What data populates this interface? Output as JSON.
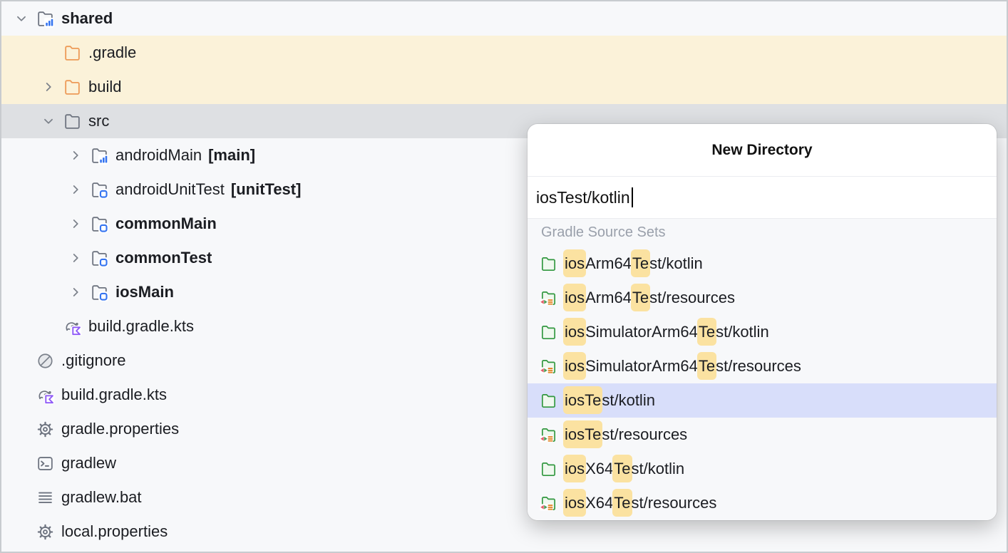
{
  "tree": {
    "rows": [
      {
        "label": "shared",
        "icon": "module-folder",
        "expanded": true,
        "bold": true
      },
      {
        "label": ".gradle",
        "icon": "folder-orange",
        "row_bg": "#fbf2d9"
      },
      {
        "label": "build",
        "icon": "folder-orange",
        "row_bg": "#fbf2d9"
      },
      {
        "label": "src",
        "icon": "folder-gray",
        "expanded": true,
        "row_bg": "#dee0e3",
        "state": "selected"
      },
      {
        "label": "androidMain",
        "suffix": "[main]",
        "icon": "module-folder"
      },
      {
        "label": "androidUnitTest",
        "suffix": "[unitTest]",
        "icon": "test-source-folder"
      },
      {
        "label": "commonMain",
        "icon": "test-source-folder",
        "bold": true
      },
      {
        "label": "commonTest",
        "icon": "test-source-folder",
        "bold": true
      },
      {
        "label": "iosMain",
        "icon": "test-source-folder",
        "bold": true
      },
      {
        "label": "build.gradle.kts",
        "icon": "gradle-kotlin"
      },
      {
        "label": ".gitignore",
        "icon": "ignored-file"
      },
      {
        "label": "build.gradle.kts",
        "icon": "gradle-kotlin"
      },
      {
        "label": "gradle.properties",
        "icon": "gear"
      },
      {
        "label": "gradlew",
        "icon": "terminal"
      },
      {
        "label": "gradlew.bat",
        "icon": "text-file"
      },
      {
        "label": "local.properties",
        "icon": "gear"
      }
    ]
  },
  "popup": {
    "title": "New Directory",
    "input_value": "iosTest/kotlin",
    "section_header": "Gradle Source Sets",
    "items": [
      {
        "name": "iosArm64Test/kotlin",
        "icon": "green-folder",
        "segments": [
          {
            "t": "ios",
            "h": true
          },
          {
            "t": "Arm64",
            "h": false
          },
          {
            "t": "Te",
            "h": true
          },
          {
            "t": "st/kotlin",
            "h": false
          }
        ]
      },
      {
        "name": "iosArm64Test/resources",
        "icon": "resources-folder",
        "segments": [
          {
            "t": "ios",
            "h": true
          },
          {
            "t": "Arm64",
            "h": false
          },
          {
            "t": "Te",
            "h": true
          },
          {
            "t": "st/resources",
            "h": false
          }
        ]
      },
      {
        "name": "iosSimulatorArm64Test/kotlin",
        "icon": "green-folder",
        "segments": [
          {
            "t": "ios",
            "h": true
          },
          {
            "t": "SimulatorArm64",
            "h": false
          },
          {
            "t": "Te",
            "h": true
          },
          {
            "t": "st/kotlin",
            "h": false
          }
        ]
      },
      {
        "name": "iosSimulatorArm64Test/resources",
        "icon": "resources-folder",
        "segments": [
          {
            "t": "ios",
            "h": true
          },
          {
            "t": "SimulatorArm64",
            "h": false
          },
          {
            "t": "Te",
            "h": true
          },
          {
            "t": "st/resources",
            "h": false
          }
        ]
      },
      {
        "name": "iosTest/kotlin",
        "icon": "green-folder",
        "selected": true,
        "segments": [
          {
            "t": "iosTe",
            "h": true
          },
          {
            "t": "st/kotlin",
            "h": false
          }
        ]
      },
      {
        "name": "iosTest/resources",
        "icon": "resources-folder",
        "segments": [
          {
            "t": "iosTe",
            "h": true
          },
          {
            "t": "st/resources",
            "h": false
          }
        ]
      },
      {
        "name": "iosX64Test/kotlin",
        "icon": "green-folder",
        "segments": [
          {
            "t": "ios",
            "h": true
          },
          {
            "t": "X64",
            "h": false
          },
          {
            "t": "Te",
            "h": true
          },
          {
            "t": "st/kotlin",
            "h": false
          }
        ]
      },
      {
        "name": "iosX64Test/resources",
        "icon": "resources-folder",
        "segments": [
          {
            "t": "ios",
            "h": true
          },
          {
            "t": "X64",
            "h": false
          },
          {
            "t": "Te",
            "h": true
          },
          {
            "t": "st/resources",
            "h": false
          }
        ]
      }
    ]
  },
  "colors": {
    "tree_bg": "#f7f8fa",
    "excluded_row_bg": "#fbf2d9",
    "tree_selected_bg": "#dee0e3",
    "popup_selected_bg": "#d8defa",
    "match_highlight": "#fbe2a1",
    "accent_blue": "#3574F0",
    "folder_orange": "#ED9A57",
    "folder_green": "#31973F",
    "kotlin_purple": "#8F5AF7"
  }
}
